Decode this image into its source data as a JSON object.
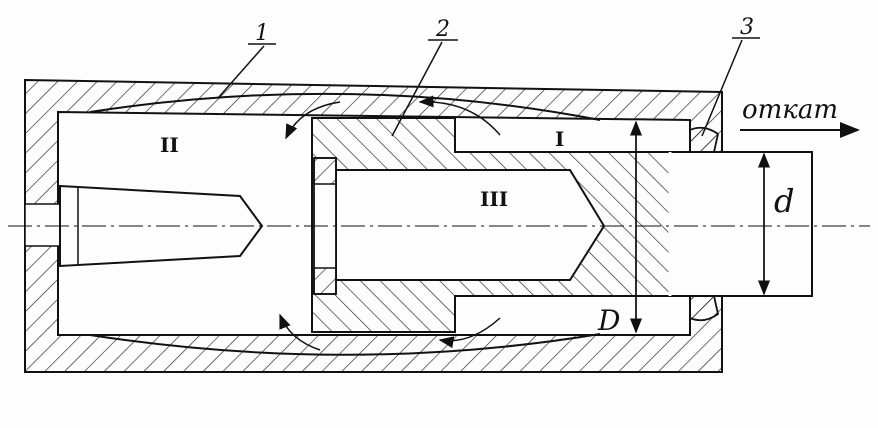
{
  "diagram": {
    "callouts": [
      {
        "id": "1",
        "text": "1"
      },
      {
        "id": "2",
        "text": "2"
      },
      {
        "id": "3",
        "text": "3"
      }
    ],
    "chambers": [
      {
        "id": "II",
        "text": "II"
      },
      {
        "id": "I",
        "text": "I"
      },
      {
        "id": "III",
        "text": "III"
      }
    ],
    "direction_label": "откат",
    "dim_small": "d",
    "dim_large": "D",
    "colors": {
      "ink": "#111111",
      "paper": "#fdfdfd"
    }
  }
}
